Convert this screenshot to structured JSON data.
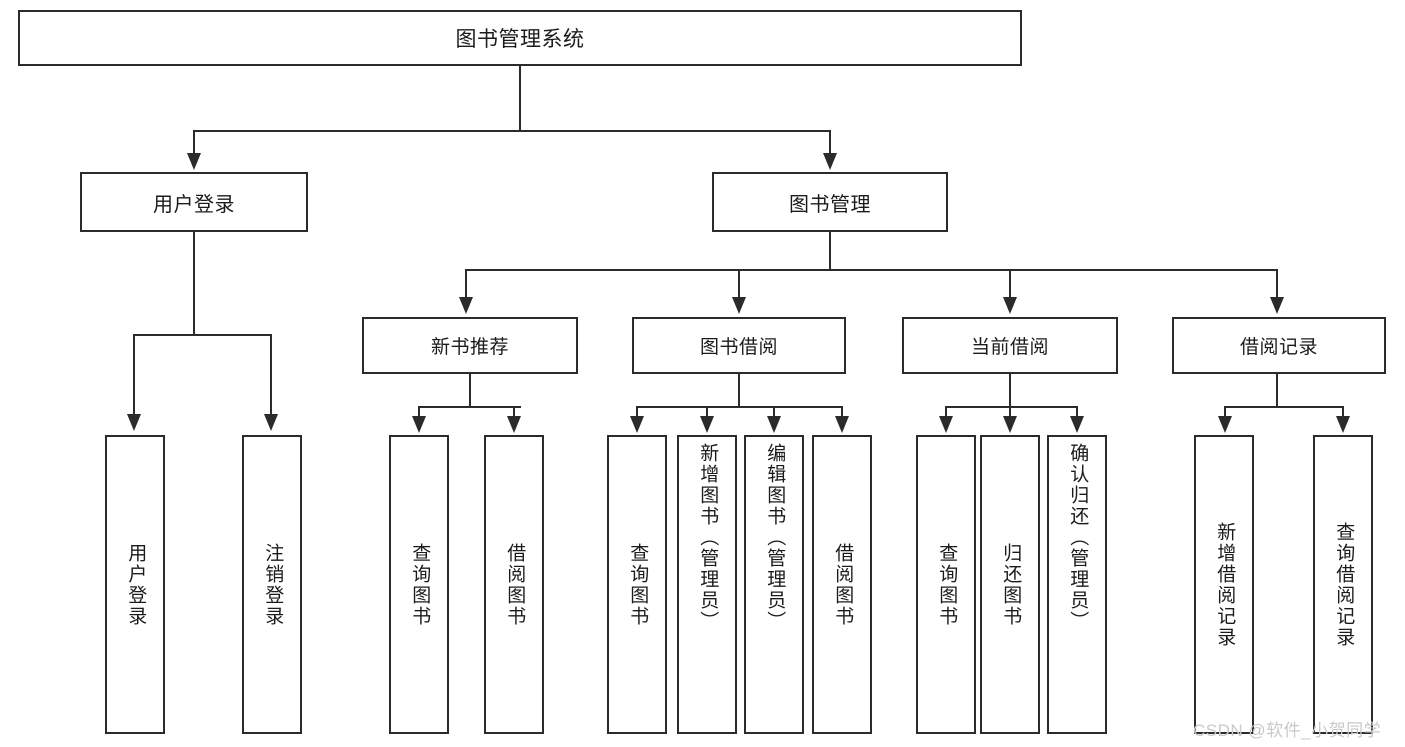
{
  "diagram": {
    "title": "图书管理系统",
    "type": "tree",
    "nodes": {
      "root": {
        "label": "图书管理系统"
      },
      "level2": [
        {
          "id": "user-login",
          "label": "用户登录"
        },
        {
          "id": "book-manage",
          "label": "图书管理"
        }
      ],
      "level3": [
        {
          "id": "new-book-rec",
          "label": "新书推荐",
          "parent": "book-manage"
        },
        {
          "id": "book-borrow",
          "label": "图书借阅",
          "parent": "book-manage"
        },
        {
          "id": "current-borrow",
          "label": "当前借阅",
          "parent": "book-manage"
        },
        {
          "id": "borrow-record",
          "label": "借阅记录",
          "parent": "book-manage"
        }
      ],
      "leaves": [
        {
          "id": "user-login-leaf",
          "label": "用户登录",
          "parent": "user-login"
        },
        {
          "id": "user-logout-leaf",
          "label": "注销登录",
          "parent": "user-login"
        },
        {
          "id": "rec-query-book",
          "label": "查询图书",
          "parent": "new-book-rec"
        },
        {
          "id": "rec-borrow-book",
          "label": "借阅图书",
          "parent": "new-book-rec"
        },
        {
          "id": "borrow-query-book",
          "label": "查询图书",
          "parent": "book-borrow"
        },
        {
          "id": "borrow-add-book",
          "label": "新增图书（管理员）",
          "parent": "book-borrow"
        },
        {
          "id": "borrow-edit-book",
          "label": "编辑图书（管理员）",
          "parent": "book-borrow"
        },
        {
          "id": "borrow-lend-book",
          "label": "借阅图书",
          "parent": "book-borrow"
        },
        {
          "id": "cur-query-book",
          "label": "查询图书",
          "parent": "current-borrow"
        },
        {
          "id": "cur-return-book",
          "label": "归还图书",
          "parent": "current-borrow"
        },
        {
          "id": "cur-confirm-return",
          "label": "确认归还（管理员）",
          "parent": "current-borrow"
        },
        {
          "id": "rec-add-record",
          "label": "新增借阅记录",
          "parent": "borrow-record"
        },
        {
          "id": "rec-query-record",
          "label": "查询借阅记录",
          "parent": "borrow-record"
        }
      ]
    },
    "colors": {
      "stroke": "#2b2b2b",
      "fill": "#ffffff",
      "text": "#1b1b1b",
      "watermark": "#c9c9c9"
    }
  },
  "watermark": {
    "text": "CSDN @软件_小贺同学"
  }
}
